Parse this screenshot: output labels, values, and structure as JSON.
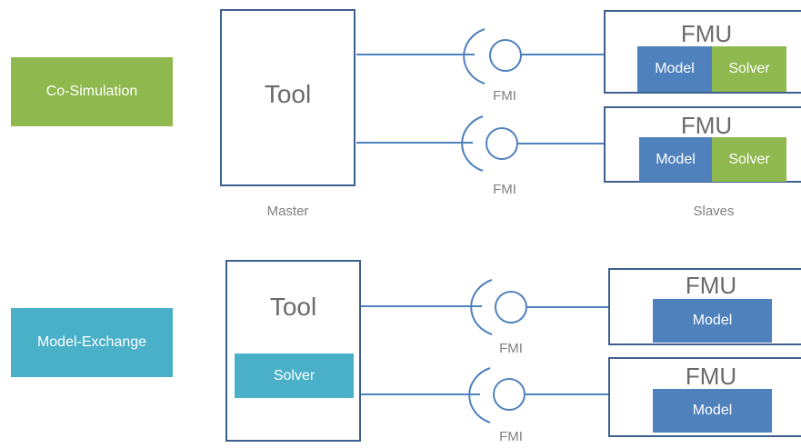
{
  "colors": {
    "green": "#8fb84e",
    "cyan": "#4ab0c8",
    "blue": "#4f81bd",
    "line": "#4f81bd",
    "border": "#3f5f8f"
  },
  "co_simulation": {
    "label": "Co-Simulation",
    "tool": {
      "title": "Tool",
      "caption": "Master"
    },
    "slaves_caption": "Slaves",
    "fmus": [
      {
        "title": "FMU",
        "model": "Model",
        "solver": "Solver",
        "interface": "FMI"
      },
      {
        "title": "FMU",
        "model": "Model",
        "solver": "Solver",
        "interface": "FMI"
      }
    ]
  },
  "model_exchange": {
    "label": "Model-Exchange",
    "tool": {
      "title": "Tool",
      "solver": "Solver"
    },
    "fmus": [
      {
        "title": "FMU",
        "model": "Model",
        "interface": "FMI"
      },
      {
        "title": "FMU",
        "model": "Model",
        "interface": "FMI"
      }
    ]
  }
}
